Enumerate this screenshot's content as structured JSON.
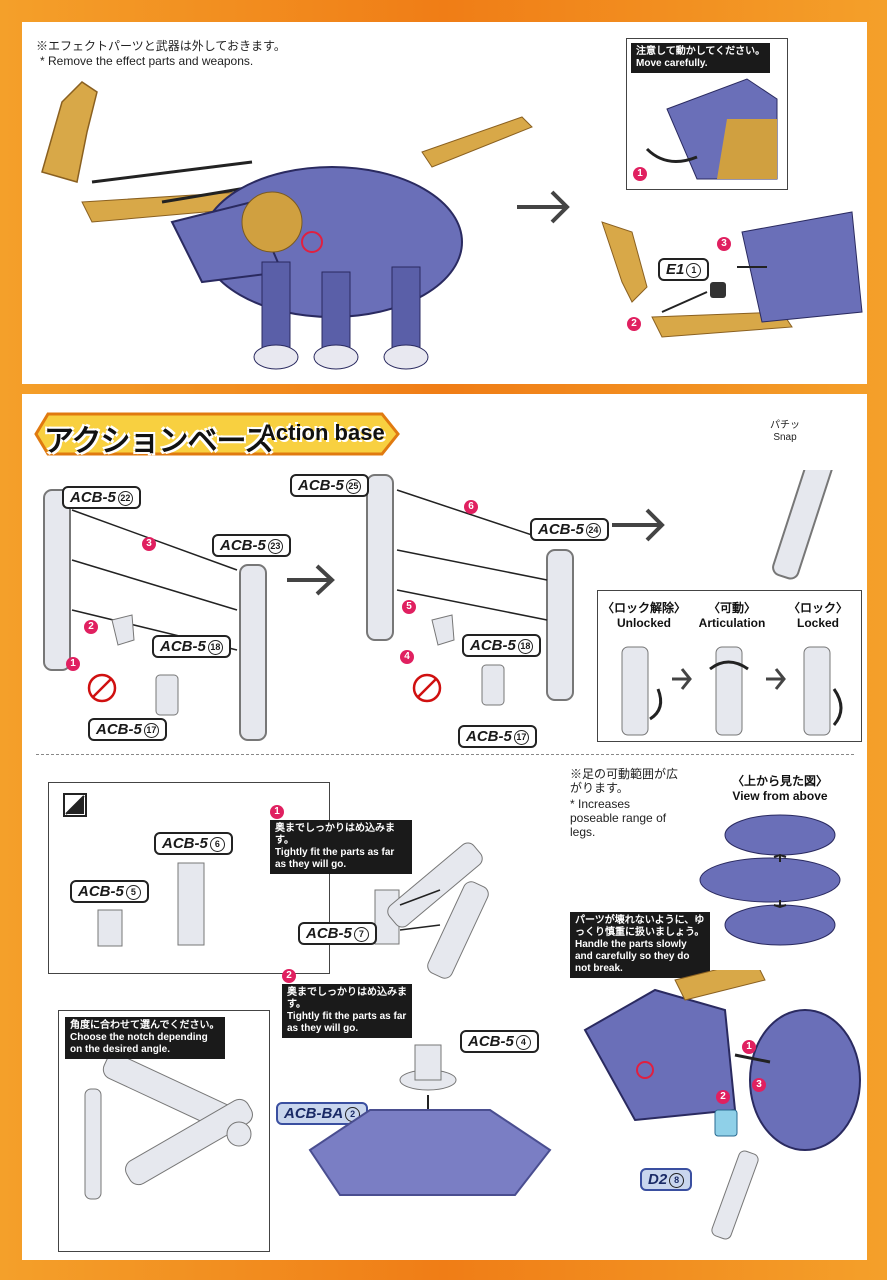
{
  "section1": {
    "note_jp": "※エフェクトパーツと武器は外しておきます。",
    "note_en": "* Remove the effect parts and weapons.",
    "inset_jp": "注意して動かしてください。",
    "inset_en": "Move carefully.",
    "part_e1": "E1",
    "part_e1_num": "1",
    "steps": [
      "1",
      "2",
      "3"
    ]
  },
  "section2": {
    "title_jp": "アクションベース",
    "title_en": "Action base",
    "parts": {
      "acb5_22": "ACB-5",
      "n22": "22",
      "acb5_23": "ACB-5",
      "n23": "23",
      "acb5_18a": "ACB-5",
      "n18a": "18",
      "acb5_17a": "ACB-5",
      "n17a": "17",
      "acb5_25": "ACB-5",
      "n25": "25",
      "acb5_24": "ACB-5",
      "n24": "24",
      "acb5_18b": "ACB-5",
      "n18b": "18",
      "acb5_17b": "ACB-5",
      "n17b": "17"
    },
    "steps_left": [
      "1",
      "2",
      "3"
    ],
    "steps_right": [
      "4",
      "5",
      "6"
    ],
    "snap_jp": "パチッ",
    "snap_en": "Snap",
    "lock_labels": [
      {
        "jp": "〈ロック解除〉",
        "en": "Unlocked"
      },
      {
        "jp": "〈可動〉",
        "en": "Articulation"
      },
      {
        "jp": "〈ロック〉",
        "en": "Locked"
      }
    ]
  },
  "section3": {
    "parts": {
      "acb5_6": "ACB-5",
      "n6": "6",
      "acb5_5": "ACB-5",
      "n5": "5",
      "acb5_7": "ACB-5",
      "n7": "7",
      "acb5_4": "ACB-5",
      "n4": "4",
      "acb_ba": "ACB-BA",
      "nba": "2",
      "d2": "D2",
      "nd2": "8"
    },
    "tip1_jp": "奥までしっかりはめ込みます。",
    "tip1_en": "Tightly fit the parts as far as they will go.",
    "tip2_jp": "奥までしっかりはめ込みます。",
    "tip2_en": "Tightly fit the parts as far as they will go.",
    "angle_jp": "角度に合わせて選んでください。",
    "angle_en": "Choose the notch depending on the desired angle.",
    "range_jp": "※足の可動範囲が広がります。",
    "range_en": "* Increases poseable range of legs.",
    "view_jp": "〈上から見た図〉",
    "view_en": "View from above",
    "handle_jp": "パーツが壊れないように、ゆっくり慎重に扱いましょう。",
    "handle_en": "Handle the parts slowly and carefully so they do not break.",
    "steps": [
      "1",
      "2",
      "3"
    ]
  },
  "colors": {
    "border": "#f07d16",
    "accent": "#e02060",
    "model_blue": "#6a6fb8",
    "model_gold": "#d0a040"
  }
}
